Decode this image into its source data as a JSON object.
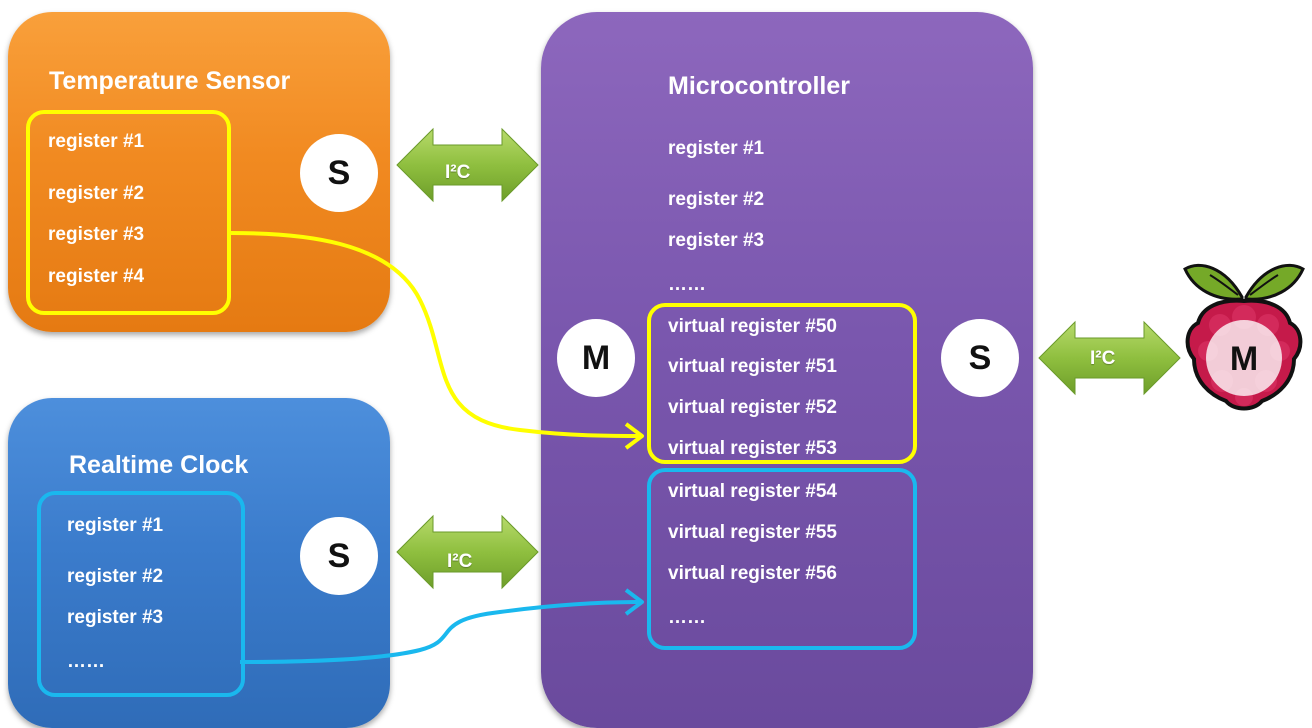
{
  "colors": {
    "temperature": "#f18a21",
    "clock": "#3b7ccc",
    "microcontroller": "#7a57ae",
    "yellow_group": "#ffff00",
    "blue_group": "#1ab8ee",
    "bus": "#8fbf3f"
  },
  "temperature_sensor": {
    "title": "Temperature Sensor",
    "registers": [
      "register #1",
      "register #2",
      "register #3",
      "register #4"
    ],
    "role": "S"
  },
  "realtime_clock": {
    "title": "Realtime Clock",
    "registers": [
      "register #1",
      "register #2",
      "register #3",
      "……"
    ],
    "role": "S"
  },
  "microcontroller": {
    "title": "Microcontroller",
    "registers": [
      "register #1",
      "register #2",
      "register #3",
      "……"
    ],
    "virtual_yellow": [
      "virtual register #50",
      "virtual register #51",
      "virtual register #52",
      "virtual register #53"
    ],
    "virtual_blue": [
      "virtual register #54",
      "virtual register #55",
      "virtual register #56",
      "……"
    ],
    "master_role": "M",
    "slave_role": "S"
  },
  "buses": {
    "top": "I²C",
    "bottom": "I²C",
    "right": "I²C"
  },
  "raspberry_pi": {
    "role": "M",
    "icon": "raspberry-pi-icon"
  }
}
